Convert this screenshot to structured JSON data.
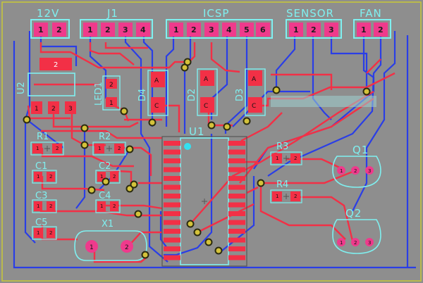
{
  "board": {
    "background": "#8e8e8e",
    "colors": {
      "top_copper": "#f23046",
      "bottom_copper": "#2a3ee6",
      "silkscreen": "#7ff0f0",
      "pad": "#ef3a8c",
      "via": "#d4c23a"
    }
  },
  "connectors": {
    "v12": {
      "label": "12V",
      "pins": [
        "1",
        "2"
      ]
    },
    "j1": {
      "label": "J1",
      "pins": [
        "1",
        "2",
        "3",
        "4"
      ]
    },
    "icsp": {
      "label": "ICSP",
      "pins": [
        "1",
        "2",
        "3",
        "4",
        "5",
        "6"
      ]
    },
    "sensor": {
      "label": "SENSOR",
      "pins": [
        "1",
        "2",
        "3"
      ]
    },
    "fan": {
      "label": "FAN",
      "pins": [
        "1",
        "2"
      ]
    }
  },
  "regulator": {
    "label": "U2",
    "tab": "2",
    "pins": [
      "1",
      "2",
      "3"
    ]
  },
  "led1": {
    "label": "LED1",
    "pins": [
      "1",
      "2"
    ]
  },
  "diodes": [
    {
      "label": "D4",
      "anode": "A",
      "cathode": "C"
    },
    {
      "label": "D2",
      "anode": "A",
      "cathode": "C"
    },
    {
      "label": "D3",
      "anode": "A",
      "cathode": "C"
    }
  ],
  "mcu": {
    "label": "U1"
  },
  "resistors": [
    {
      "label": "R1",
      "pins": [
        "1",
        "2"
      ]
    },
    {
      "label": "R2",
      "pins": [
        "1",
        "2"
      ]
    },
    {
      "label": "R3",
      "pins": [
        "1",
        "2"
      ]
    },
    {
      "label": "R4",
      "pins": [
        "1",
        "2"
      ]
    }
  ],
  "capacitors": [
    {
      "label": "C1",
      "pins": [
        "1",
        "2"
      ]
    },
    {
      "label": "C2",
      "pins": [
        "1",
        "2"
      ]
    },
    {
      "label": "C3",
      "pins": [
        "1",
        "2"
      ]
    },
    {
      "label": "C4",
      "pins": [
        "1",
        "2"
      ]
    },
    {
      "label": "C5",
      "pins": [
        "1",
        "2"
      ]
    }
  ],
  "crystal": {
    "label": "X1",
    "pins": [
      "1",
      "2"
    ]
  },
  "transistors": [
    {
      "label": "Q1",
      "pins": [
        "1",
        "2",
        "3"
      ]
    },
    {
      "label": "Q2",
      "pins": [
        "1",
        "2",
        "3"
      ]
    }
  ]
}
